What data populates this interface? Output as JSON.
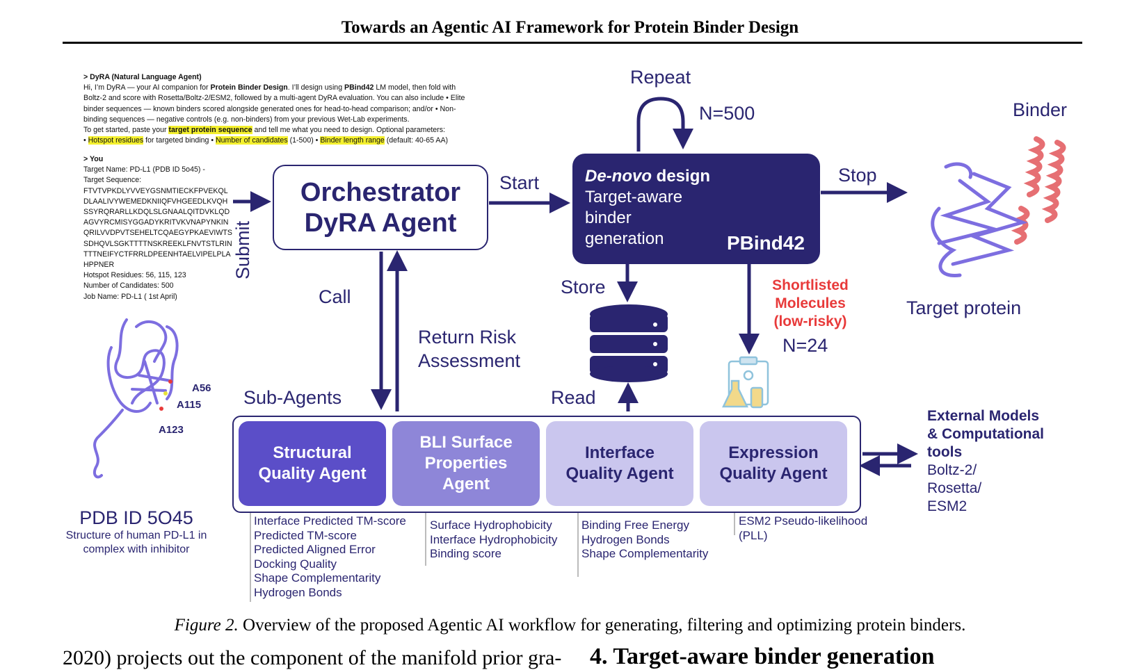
{
  "header": {
    "title": "Towards an Agentic AI Framework for Protein Binder Design"
  },
  "chat": {
    "agent_label": "> DyRA (Natural Language Agent)",
    "agent_l1_a": "Hi, I’m DyRA — your AI companion for ",
    "agent_l1_b": "Protein Binder Design",
    "agent_l1_c": ". I’ll design using ",
    "agent_l1_d": "PBind42",
    "agent_l1_e": " LM model, then fold with",
    "agent_l2": "Boltz-2 and score with Rosetta/Boltz-2/ESM2, followed by a multi-agent DyRA evaluation. You can also include • Elite",
    "agent_l3": "binder sequences — known binders scored alongside generated ones for head-to-head comparison; and/or • Non-",
    "agent_l4": "binding sequences — negative controls (e.g. non-binders) from your previous Wet-Lab experiments.",
    "agent_l5_a": "To get started, paste your ",
    "agent_l5_b": "target protein sequence",
    "agent_l5_c": " and tell me what you need to design. Optional parameters:",
    "agent_l6_a": "• ",
    "agent_l6_b": "Hotspot residues",
    "agent_l6_c": " for targeted binding • ",
    "agent_l6_d": "Number of candidates",
    "agent_l6_e": " (1-500) • ",
    "agent_l6_f": "Binder length range",
    "agent_l6_g": " (default: 40-65 AA)",
    "you_label": "> You",
    "you_lines": [
      "Target Name: PD-L1 (PDB ID 5o45) -",
      "Target Sequence:",
      "FTVTVPKDLYVVEYGSNMTIECKFPVEKQL",
      "DLAALIVYWEMEDKNIIQFVHGEEDLKVQH",
      "SSYRQRARLLKDQLSLGNAALQITDVKLQD",
      "AGVYRCMISYGGADYKRITVKVNAPYNKIN",
      "QRILVVDPVTSEHELTCQAEGYPKAEVIWTS",
      "SDHQVLSGKTTTTNSKREEKLFNVTSTLRIN",
      "TTTNEIFYCTFRRLDPEENHTAELVIPELPLA",
      "HPPNER",
      "Hotspot Residues: 56, 115, 123",
      " Number of Candidates: 500",
      "Job Name: PD-L1 ( 1st April)"
    ]
  },
  "left_structure": {
    "residues": [
      "A56",
      "A115",
      "A123"
    ],
    "title": "PDB ID 5O45",
    "caption_l1": "Structure of human PD-L1 in",
    "caption_l2": "complex with inhibitor"
  },
  "flow": {
    "submit": "Submit",
    "orchestrator_l1": "Orchestrator",
    "orchestrator_l2": "DyRA Agent",
    "start": "Start",
    "repeat": "Repeat",
    "n500": "N=500",
    "denovo_a": "De-novo",
    "denovo_b": " design",
    "denovo_l2": "Target-aware",
    "denovo_l3": "binder",
    "denovo_l4": "generation",
    "pbind": "PBind42",
    "stop": "Stop",
    "binder": "Binder",
    "target_protein": "Target protein",
    "store": "Store",
    "read": "Read",
    "shortlist_l1": "Shortlisted",
    "shortlist_l2": "Molecules",
    "shortlist_l3": "(low-risky)",
    "n24": "N=24",
    "call": "Call",
    "return_l1": "Return Risk",
    "return_l2": "Assessment",
    "subagents": "Sub-Agents",
    "external_l1": "External Models",
    "external_l2": "& Computational",
    "external_l3": "tools",
    "external_l4": "Boltz-2/",
    "external_l5": "Rosetta/",
    "external_l6": "ESM2"
  },
  "agents": [
    {
      "l1": "Structural",
      "l2": "Quality Agent",
      "l3": "",
      "metrics": [
        "Interface Predicted TM-score",
        "Predicted TM-score",
        "Predicted Aligned Error",
        "Docking Quality",
        "Shape Complementarity",
        "Hydrogen Bonds"
      ],
      "color": "#5b4ec8"
    },
    {
      "l1": "BLI Surface",
      "l2": "Properties",
      "l3": "Agent",
      "metrics": [
        "Surface Hydrophobicity",
        "Interface Hydrophobicity",
        "Binding score"
      ],
      "color": "#8e86d8"
    },
    {
      "l1": "Interface",
      "l2": "Quality Agent",
      "l3": "",
      "metrics": [
        "Binding Free Energy",
        "Hydrogen Bonds",
        "Shape Complementarity"
      ],
      "color": "#cac6ee"
    },
    {
      "l1": "Expression",
      "l2": "Quality Agent",
      "l3": "",
      "metrics": [
        "ESM2 Pseudo-likelihood",
        "(PLL)"
      ],
      "color": "#cac6ee"
    }
  ],
  "colors": {
    "navy": "#2a2570",
    "red": "#e83a3a",
    "binder": "#e66f73",
    "target": "#7d6ee0"
  },
  "caption": {
    "label": "Figure 2.",
    "text": " Overview of the proposed Agentic AI workflow for generating, filtering and optimizing protein binders."
  },
  "body": {
    "left_text": "2020) projects out the component of the manifold prior gra-",
    "section": "4. Target-aware binder generation"
  }
}
